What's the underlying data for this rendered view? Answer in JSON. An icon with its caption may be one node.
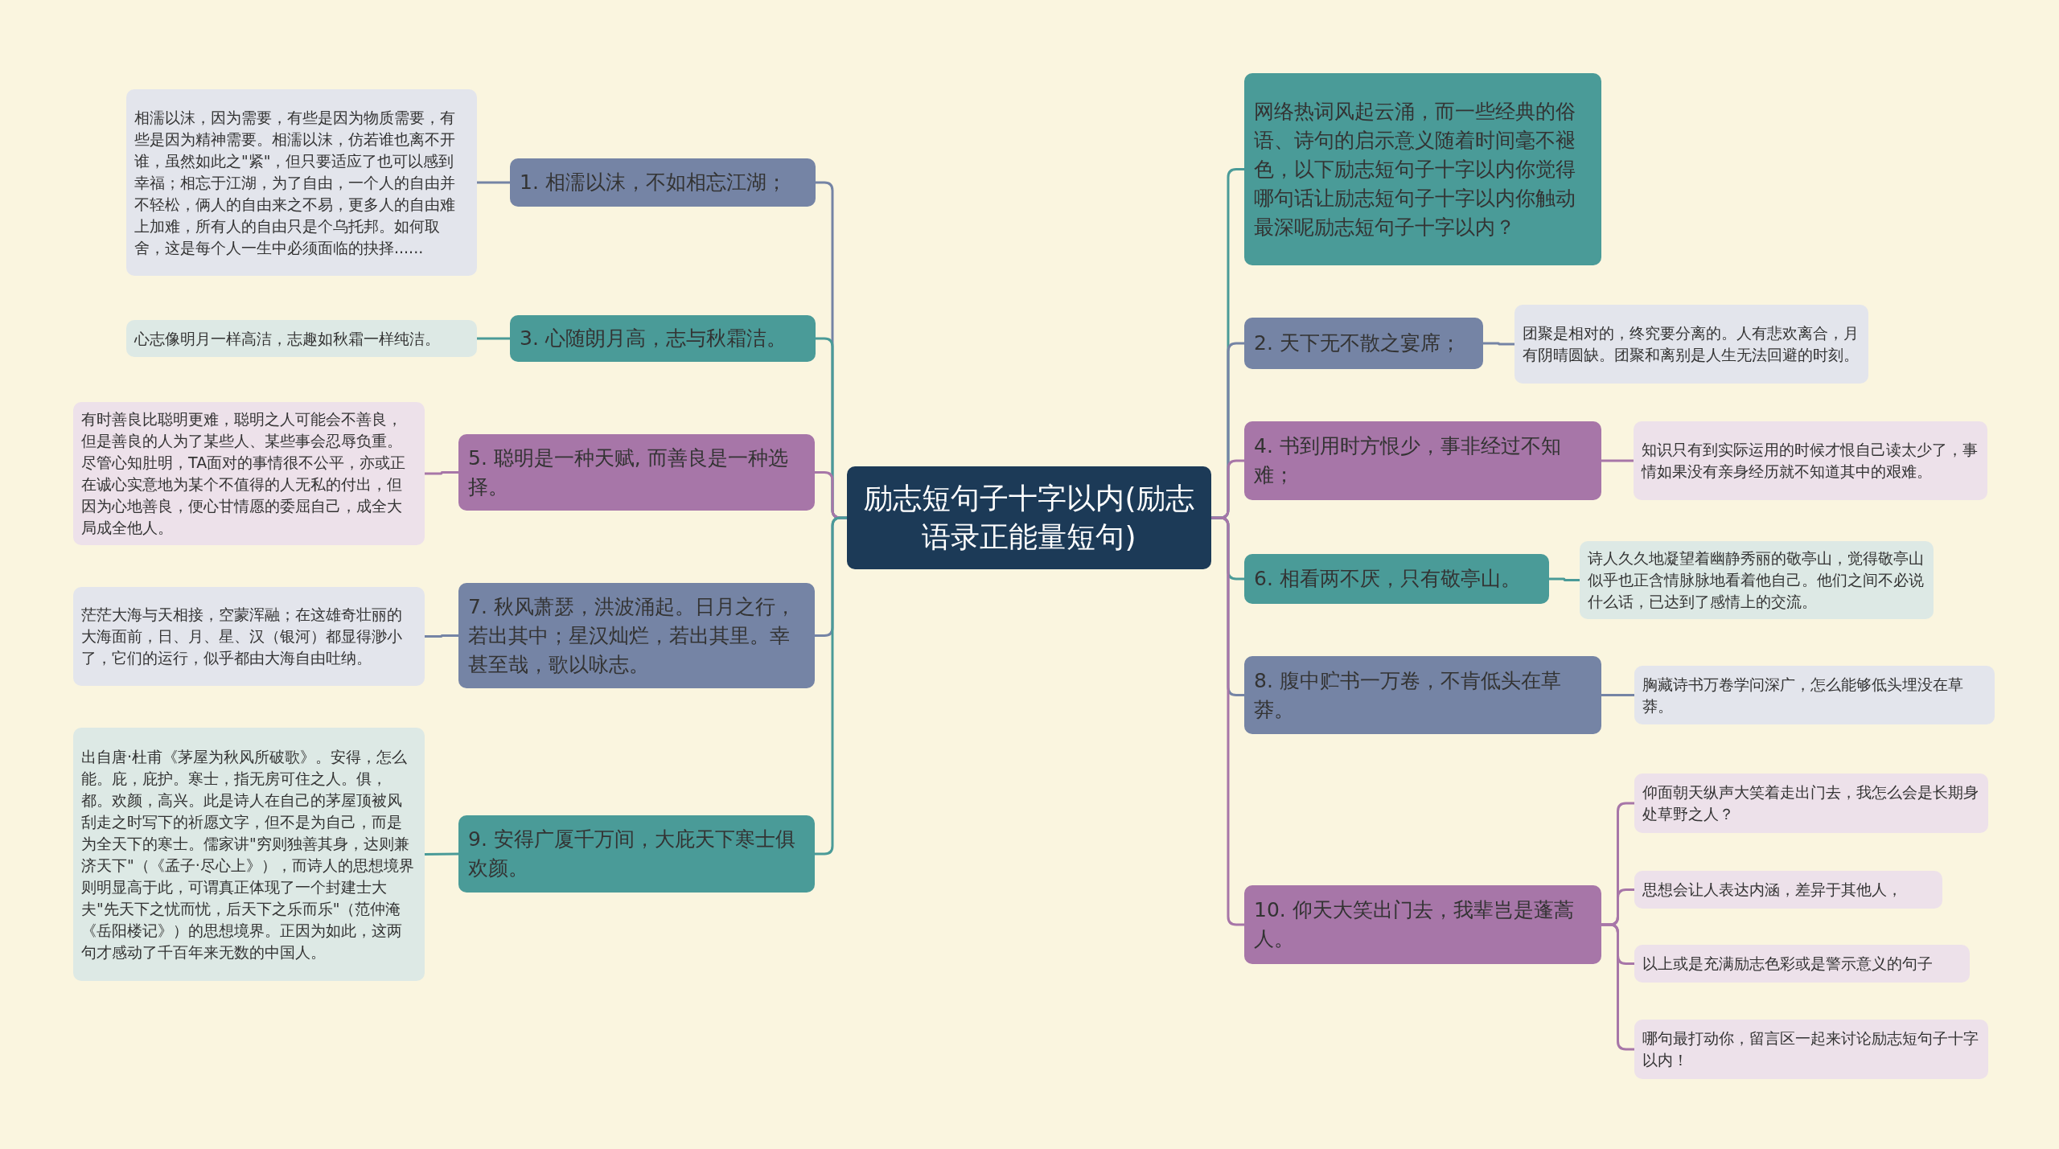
{
  "diagram": {
    "nodes": [
      {
        "text": [
          "励志短句子十字以内(励志语录正能量短句)"
        ]
      },
      {
        "text": [
          "1. 相濡以沫，不如相忘江湖；"
        ]
      },
      {
        "text": [
          "相濡以沫，因为需要，有些是因为物质需要，有些是因为精神需要。相濡以沫，仿若谁也离不开谁，虽然如此之\"紧\"，但只要适应了也可以感到幸福；相忘于江湖，为了自由，一个人的自由并不轻松，俩人的自由来之不易，更多人的自由难上加难，所有人的自由只是个乌托邦。如何取舍，这是每个人一生中必须面临的抉择......"
        ]
      },
      {
        "text": [
          "3. 心随朗月高，志与秋霜洁。"
        ]
      },
      {
        "text": [
          "心志像明月一样高洁，志趣如秋霜一样纯洁。"
        ]
      },
      {
        "text": [
          "5. 聪明是一种天赋, 而善良是一种选择。"
        ]
      },
      {
        "text": [
          "有时善良比聪明更难，聪明之人可能会不善良，但是善良的人为了某些人、某些事会忍辱负重。尽管心知肚明，TA面对的事情很不公平，亦或正在诚心实意地为某个不值得的人无私的付出，但因为心地善良，便心甘情愿的委屈自己，成全大局成全他人。"
        ]
      },
      {
        "text": [
          "7. 秋风萧瑟，洪波涌起。日月之行，若出其中；星汉灿烂，若出其里。幸甚至哉，歌以咏志。"
        ]
      },
      {
        "text": [
          "茫茫大海与天相接，空蒙浑融；在这雄奇壮丽的大海面前，日、月、星、汉（银河）都显得渺小了，它们的运行，似乎都由大海自由吐纳。"
        ]
      },
      {
        "text": [
          "9. 安得广厦千万间，大庇天下寒士俱欢颜。"
        ]
      },
      {
        "text": [
          "出自唐·杜甫《茅屋为秋风所破歌》。安得，怎么能。庇，庇护。寒士，指无房可住之人。俱，都。欢颜，高兴。此是诗人在自己的茅屋顶被风刮走之时写下的祈愿文字，但不是为自己，而是为全天下的寒士。儒家讲\"穷则独善其身，达则兼济天下\"（《孟子·尽心上》），而诗人的思想境界则明显高于此，可谓真正体现了一个封建士大夫\"先天下之忧而忧，后天下之乐而乐\"（范仲淹《岳阳楼记》）的思想境界。正因为如此，这两句才感动了千百年来无数的中国人。"
        ]
      },
      {
        "text": [
          "网络热词风起云涌，而一些经典的俗语、诗句的启示意义随着时间毫不褪色，以下励志短句子十字以内你觉得哪句话让励志短句子十字以内你触动最深呢励志短句子十字以内？"
        ]
      },
      {
        "text": [
          "2. 天下无不散之宴席；"
        ]
      },
      {
        "text": [
          "团聚是相对的，终究要分离的。人有悲欢离合，月有阴晴圆缺。团聚和离别是人生无法回避的时刻。"
        ]
      },
      {
        "text": [
          "4. 书到用时方恨少，事非经过不知难；"
        ]
      },
      {
        "text": [
          "知识只有到实际运用的时候才恨自己读太少了，事情如果没有亲身经历就不知道其中的艰难。"
        ]
      },
      {
        "text": [
          "6. 相看两不厌，只有敬亭山。"
        ]
      },
      {
        "text": [
          "诗人久久地凝望着幽静秀丽的敬亭山，觉得敬亭山似乎也正含情脉脉地看着他自己。他们之间不必说什么话，已达到了感情上的交流。"
        ]
      },
      {
        "text": [
          "8. 腹中贮书一万卷，不肯低头在草莽。"
        ]
      },
      {
        "text": [
          "胸藏诗书万卷学问深广，怎么能够低头埋没在草莽。"
        ]
      },
      {
        "text": [
          "10. 仰天大笑出门去，我辈岂是蓬蒿人。"
        ]
      },
      {
        "text": [
          "仰面朝天纵声大笑着走出门去，我怎么会是长期身处草野之人？"
        ]
      },
      {
        "text": [
          "思想会让人表达内涵，差异于其他人，"
        ]
      },
      {
        "text": [
          "以上或是充满励志色彩或是警示意义的句子"
        ]
      },
      {
        "text": [
          "哪句最打动你，留言区一起来讨论励志短句子十字以内！"
        ]
      }
    ],
    "edges": [
      {
        "from": 0,
        "to": 1,
        "arrow": "none"
      },
      {
        "from": 1,
        "to": 2,
        "arrow": "none"
      },
      {
        "from": 0,
        "to": 3,
        "arrow": "none",
        "color": "#4a9b98"
      },
      {
        "from": 3,
        "to": 4,
        "arrow": "none",
        "color": "#4a9b98"
      },
      {
        "from": 0,
        "to": 5,
        "arrow": "none",
        "color": "#a776a8"
      },
      {
        "from": 5,
        "to": 6,
        "arrow": "none",
        "color": "#a776a8"
      },
      {
        "from": 0,
        "to": 7,
        "arrow": "none"
      },
      {
        "from": 7,
        "to": 8,
        "arrow": "none"
      },
      {
        "from": 0,
        "to": 9,
        "arrow": "none",
        "color": "#4a9b98"
      },
      {
        "from": 9,
        "to": 10,
        "arrow": "none",
        "color": "#4a9b98"
      },
      {
        "from": 0,
        "to": 11,
        "arrow": "none",
        "color": "#4a9b98"
      },
      {
        "from": 0,
        "to": 12,
        "arrow": "none"
      },
      {
        "from": 12,
        "to": 13,
        "arrow": "none"
      },
      {
        "from": 0,
        "to": 14,
        "arrow": "none",
        "color": "#a776a8"
      },
      {
        "from": 14,
        "to": 15,
        "arrow": "none",
        "color": "#a776a8"
      },
      {
        "from": 0,
        "to": 16,
        "arrow": "none",
        "color": "#4a9b98"
      },
      {
        "from": 16,
        "to": 17,
        "arrow": "none",
        "color": "#4a9b98"
      },
      {
        "from": 0,
        "to": 18,
        "arrow": "none"
      },
      {
        "from": 18,
        "to": 19,
        "arrow": "none"
      },
      {
        "from": 0,
        "to": 20,
        "arrow": "none",
        "color": "#a776a8"
      },
      {
        "from": 20,
        "to": 21,
        "arrow": "none",
        "color": "#a776a8"
      },
      {
        "from": 20,
        "to": 22,
        "arrow": "none",
        "color": "#a776a8"
      },
      {
        "from": 20,
        "to": 23,
        "arrow": "none",
        "color": "#a776a8"
      },
      {
        "from": 20,
        "to": 24,
        "arrow": "none",
        "color": "#a776a8"
      }
    ]
  }
}
